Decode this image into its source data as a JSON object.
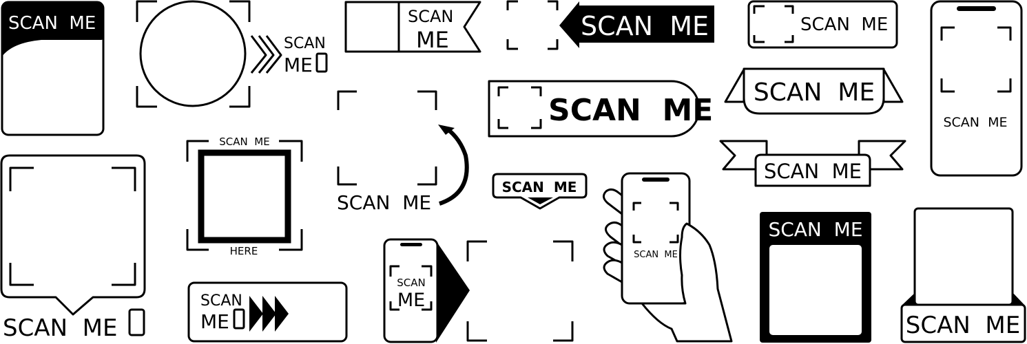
{
  "colors": {
    "ink": "#000000",
    "paper": "#ffffff"
  },
  "stickers": {
    "s1_card_black_header": {
      "label": "SCAN  ME"
    },
    "s2_circle_chevrons": {
      "line1": "SCAN",
      "line2": "ME",
      "icon": "phone-icon"
    },
    "s3_flag_box": {
      "line1": "SCAN",
      "line2": "ME"
    },
    "s4_arrow_black": {
      "label": "SCAN  ME"
    },
    "s5_frame_box": {
      "label": "SCAN  ME"
    },
    "s6_speech_frame": {
      "label": "SCAN  ME",
      "icon": "phone-icon"
    },
    "s7_square_here": {
      "top": "SCAN  ME",
      "bottom": "HERE"
    },
    "s8_curved_arrow": {
      "label": "SCAN  ME"
    },
    "s9_pill_bold": {
      "label": "SCAN  ME"
    },
    "s10_small_tag": {
      "label": "SCAN  ME"
    },
    "s11_triple_arrow_box": {
      "line1": "SCAN",
      "line2": "ME",
      "icon": "phone-icon"
    },
    "s12_phone_beam": {
      "line1": "SCAN",
      "line2": "ME"
    },
    "s13_hand_phone": {
      "label": "SCAN  ME"
    },
    "s14_ribbon_folded": {
      "label": "SCAN  ME"
    },
    "s15_ribbon_banner": {
      "label": "SCAN  ME"
    },
    "s16_tall_phone": {
      "label": "SCAN  ME"
    },
    "s17_black_frame": {
      "label": "SCAN  ME"
    },
    "s18_stand_box": {
      "label": "SCAN  ME"
    }
  }
}
